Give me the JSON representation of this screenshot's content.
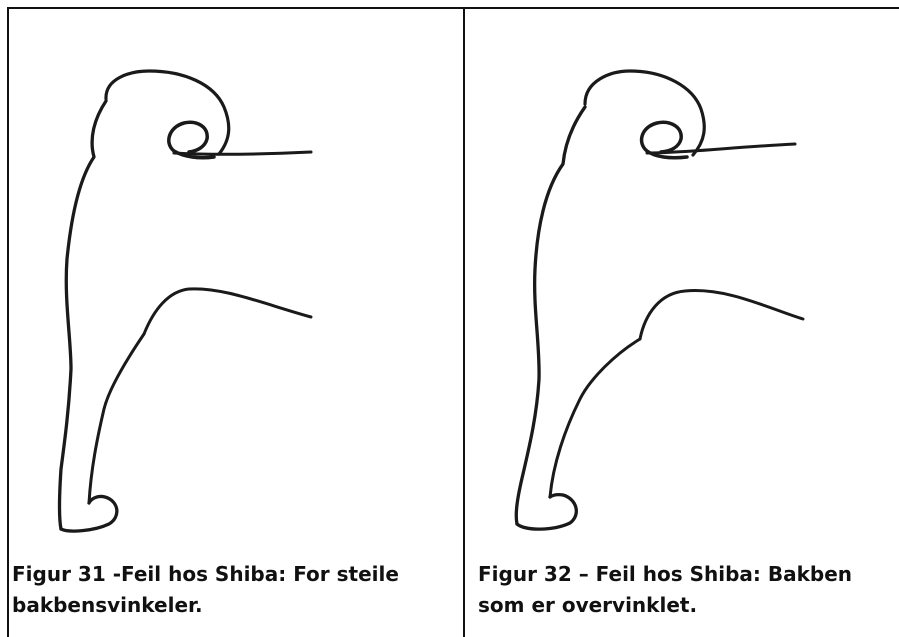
{
  "figures": [
    {
      "caption": "Figur 31 -Feil hos Shiba: For steile\nbakbensvinkeler.",
      "illustration": "shiba-steep-hind-angle-sketch"
    },
    {
      "caption": "Figur 32 – Feil hos Shiba: Bakben\nsom er overvinklet.",
      "illustration": "shiba-overangulated-hind-leg-sketch"
    }
  ],
  "colors": {
    "ink": "#111111",
    "background": "#ffffff"
  }
}
